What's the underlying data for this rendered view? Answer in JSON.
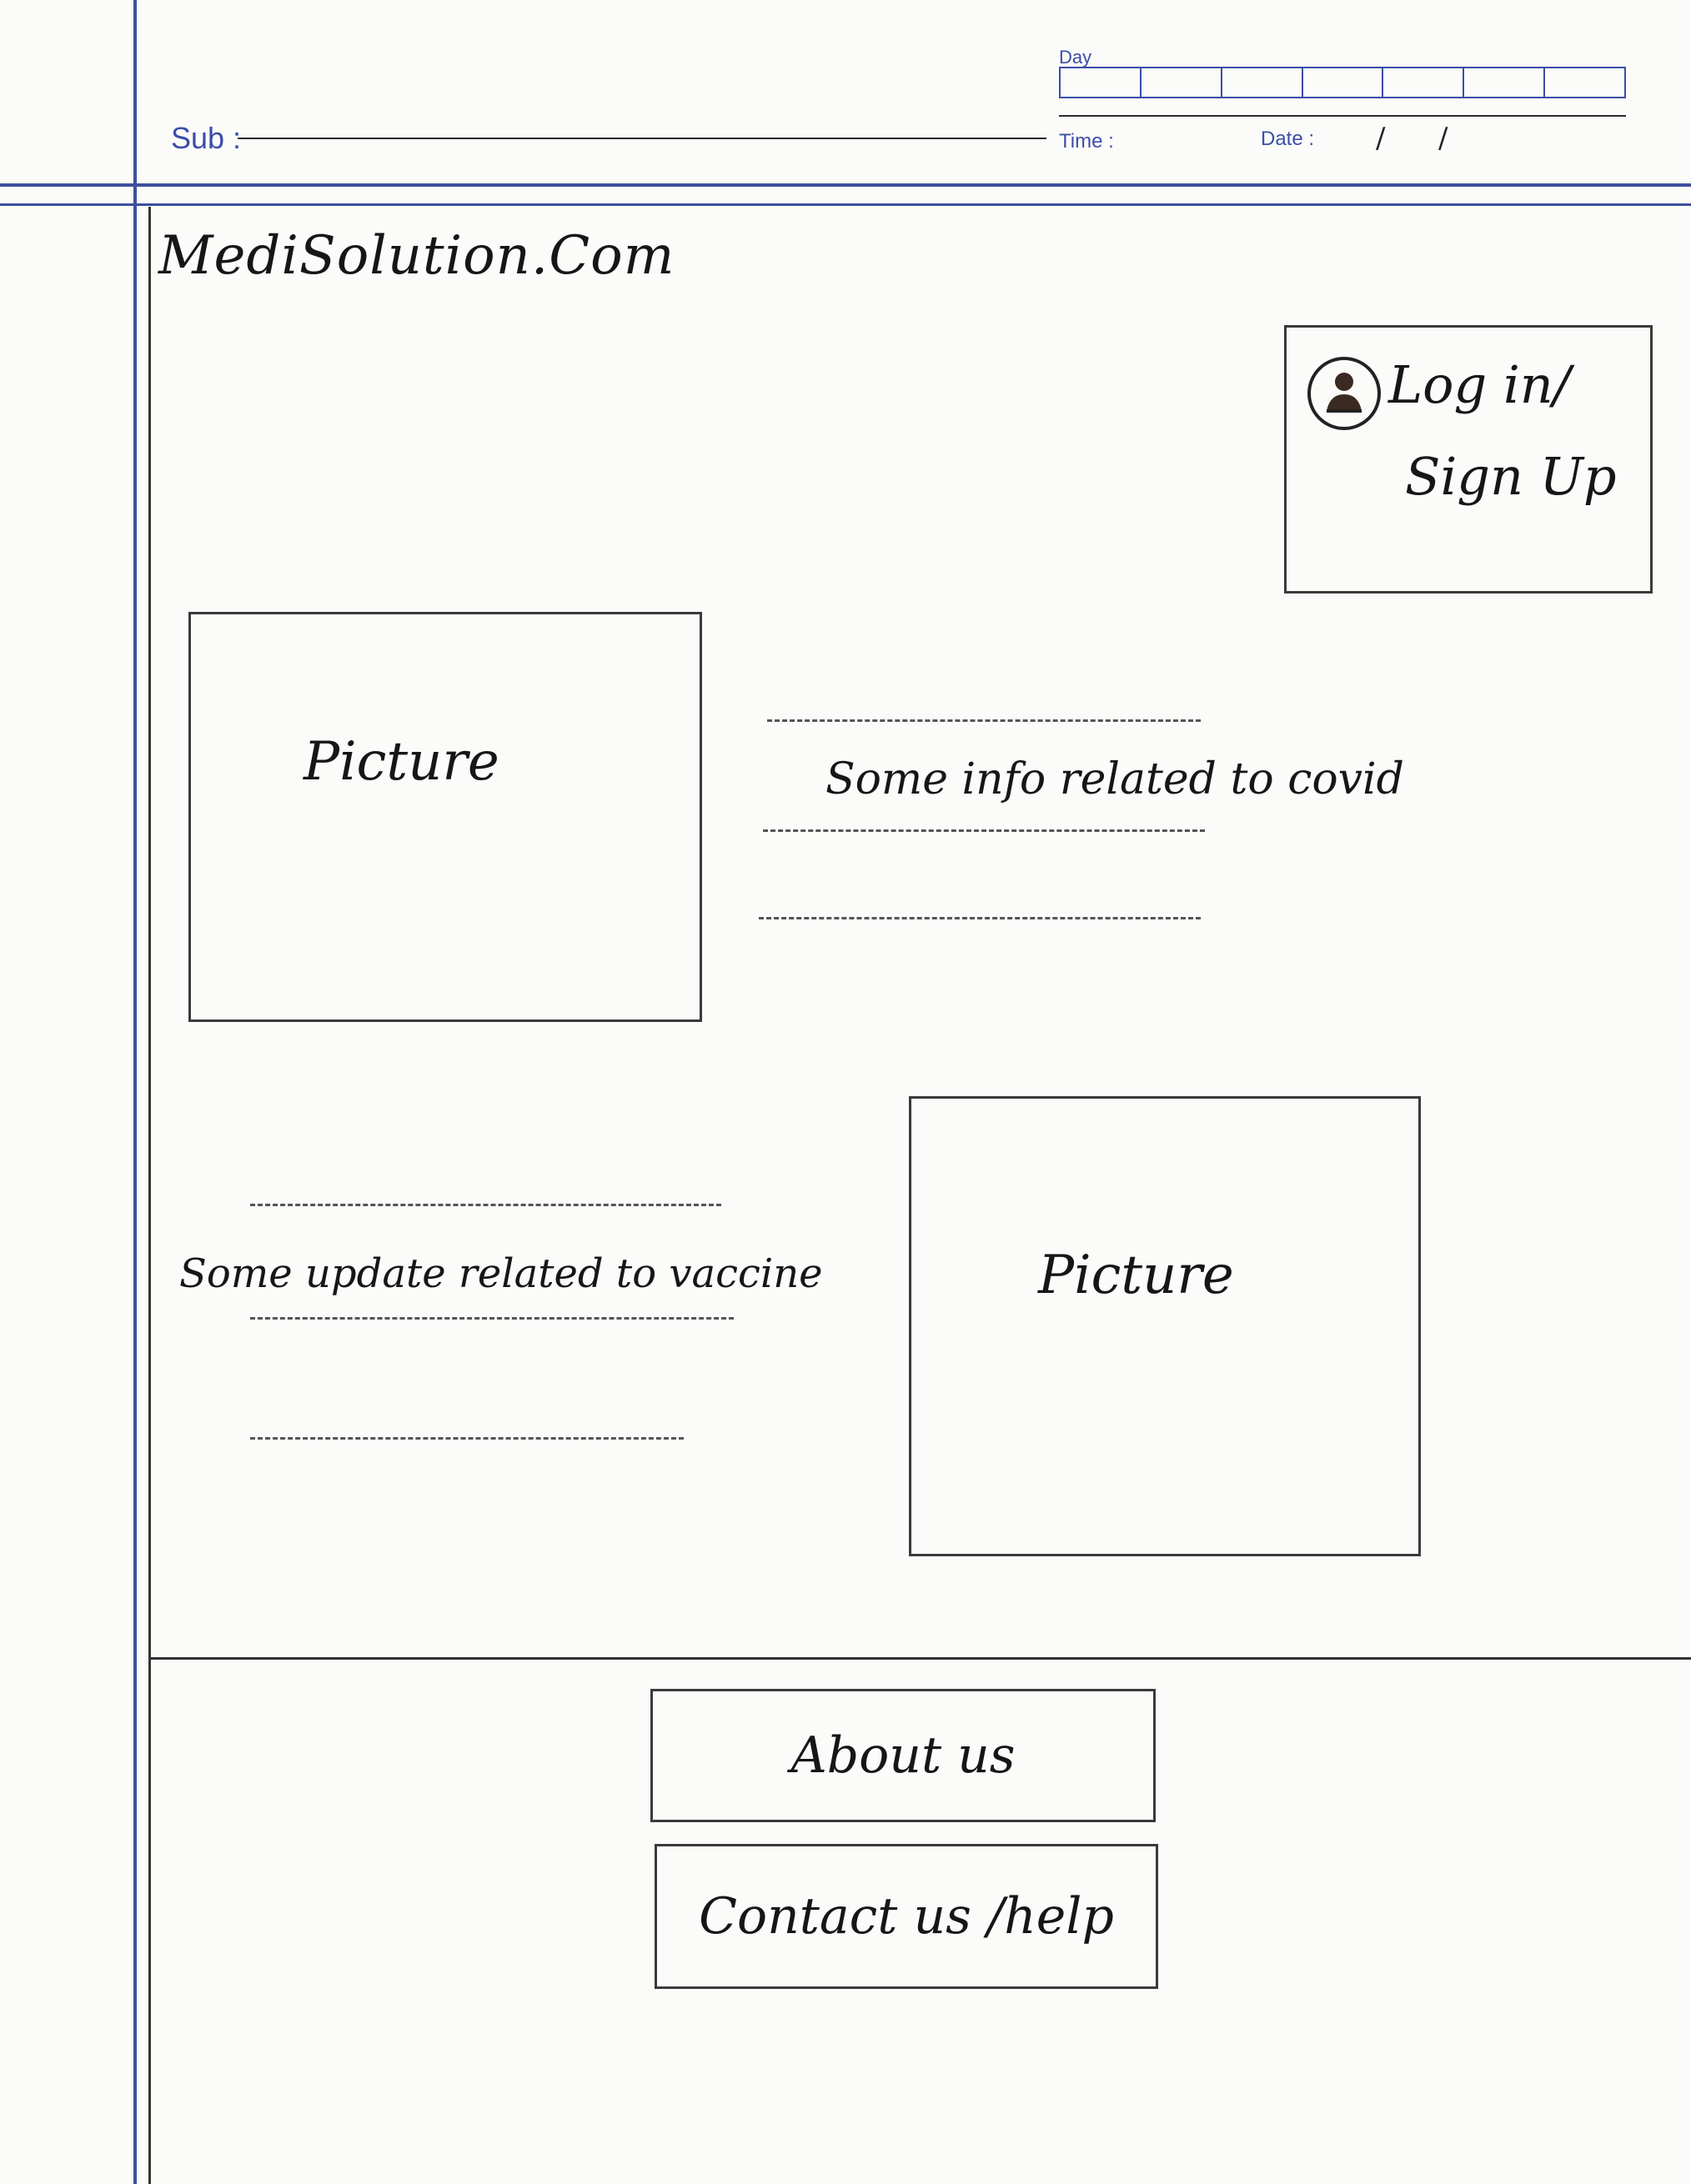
{
  "notebook_header": {
    "sub_label": "Sub :",
    "day_label": "Day",
    "time_label": "Time :",
    "date_label": "Date :",
    "date_slash_1": "/",
    "date_slash_2": "/"
  },
  "header": {
    "brand": "MediSolution.Com",
    "login_line1": "Log in/",
    "login_line2": "Sign Up"
  },
  "main": {
    "picture_1_label": "Picture",
    "picture_2_label": "Picture",
    "covid_info": "Some info related to covid",
    "vaccine_update": "Some update related to vaccine"
  },
  "footer": {
    "about_label": "About us",
    "contact_label": "Contact us /help"
  },
  "icons": {
    "avatar": "user-avatar-icon"
  }
}
